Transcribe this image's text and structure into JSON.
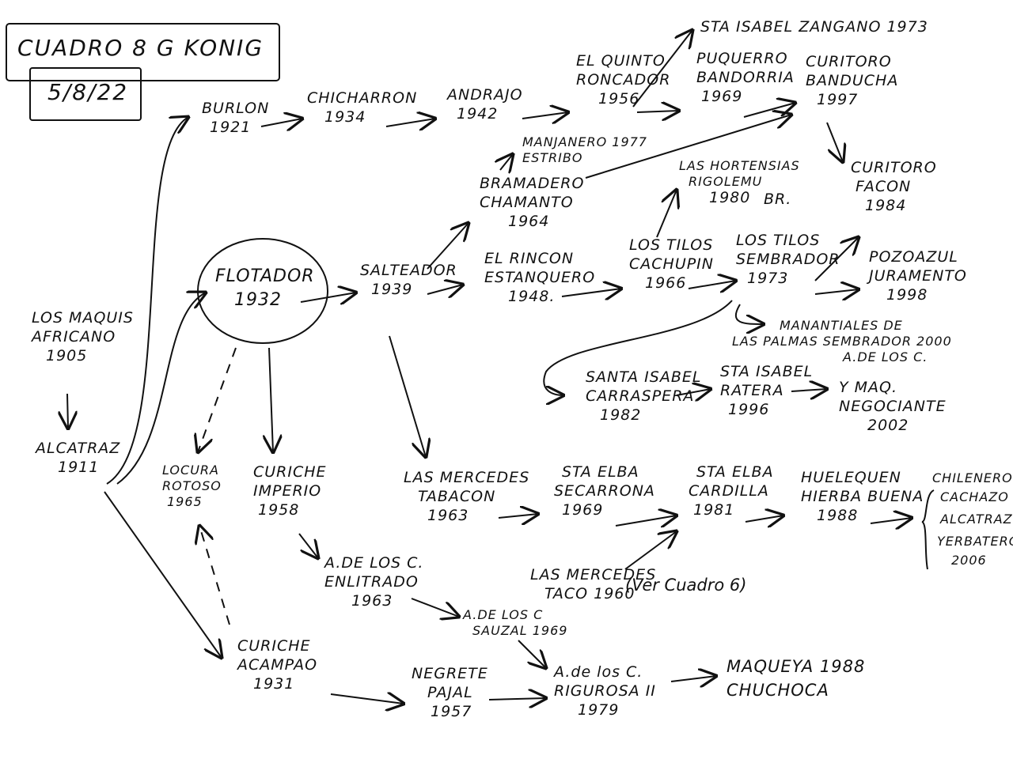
{
  "header": {
    "line1": "CUADRO 8 G KONIG",
    "line2": "5/8/22"
  },
  "nodes": {
    "maquis": [
      "LOS MAQUIS",
      "AFRICANO",
      "1905"
    ],
    "alcatraz": [
      "ALCATRAZ",
      "1911"
    ],
    "burlon": [
      "BURLON",
      "1921"
    ],
    "chicharron": [
      "CHICHARRON",
      "1934"
    ],
    "andrajo": [
      "ANDRAJO",
      "1942"
    ],
    "quinto": [
      "EL QUINTO",
      "RONCADOR",
      "1956"
    ],
    "zangano": [
      "STA ISABEL ZANGANO 1973"
    ],
    "puquerro": [
      "PUQUERRO",
      "BANDORRIA",
      "1969"
    ],
    "curitoro_b": [
      "CURITORO",
      "BANDUCHA",
      "1997"
    ],
    "curitoro_f": [
      "CURITORO",
      "FACON",
      "1984"
    ],
    "manjanero": [
      "MANJANERO 1977",
      "ESTRIBO"
    ],
    "bramadero": [
      "BRAMADERO",
      "CHAMANTO",
      "1964"
    ],
    "hortensias": [
      "LAS HORTENSIAS",
      "RIGOLEMU",
      "1980"
    ],
    "hortensias_br": "BR.",
    "flotador": [
      "FLOTADOR",
      "1932"
    ],
    "salteador": [
      "SALTEADOR",
      "1939"
    ],
    "rincon": [
      "EL RINCON",
      "ESTANQUERO",
      "1948."
    ],
    "tilos_c": [
      "LOS TILOS",
      "CACHUPIN",
      "1966"
    ],
    "tilos_s": [
      "LOS TILOS",
      "SEMBRADOR",
      "1973"
    ],
    "pozoazul": [
      "POZOAZUL",
      "JURAMENTO",
      "1998"
    ],
    "manantiales": [
      "MANANTIALES DE",
      "LAS PALMAS SEMBRADOR 2000",
      "A.DE LOS C."
    ],
    "carraspera": [
      "SANTA ISABEL",
      "CARRASPERA",
      "1982"
    ],
    "ratera": [
      "STA ISABEL",
      "RATERA",
      "1996"
    ],
    "negociante": [
      "Y MAQ.",
      "NEGOCIANTE",
      "2002"
    ],
    "locura": [
      "LOCURA",
      "ROTOSO",
      "1965"
    ],
    "imperio": [
      "CURICHE",
      "IMPERIO",
      "1958"
    ],
    "mercedes_t": [
      "LAS MERCEDES",
      "TABACON",
      "1963"
    ],
    "secarrona": [
      "STA ELBA",
      "SECARRONA",
      "1969"
    ],
    "cardilla": [
      "STA ELBA",
      "CARDILLA",
      "1981"
    ],
    "huelequen": [
      "HUELEQUEN",
      "HIERBA BUENA",
      "1988"
    ],
    "chilenero": [
      "CHILENERO",
      "CACHAZO",
      "ALCATRAZ",
      "YERBATERO",
      "2006"
    ],
    "enlitrado": [
      "A.DE LOS C.",
      "ENLITRADO",
      "1963"
    ],
    "taco": [
      "LAS MERCEDES",
      "TACO 1960"
    ],
    "taco_note": "(Ver Cuadro 6)",
    "sauzal": [
      "A.DE LOS C",
      "SAUZAL 1969"
    ],
    "acampao": [
      "CURICHE",
      "ACAMPAO",
      "1931"
    ],
    "pajal": [
      "NEGRETE",
      "PAJAL",
      "1957"
    ],
    "rigurosa": [
      "A.de los C.",
      "RIGUROSA II",
      "1979"
    ],
    "maqueya": [
      "MAQUEYA 1988",
      "CHUCHOCA"
    ]
  }
}
